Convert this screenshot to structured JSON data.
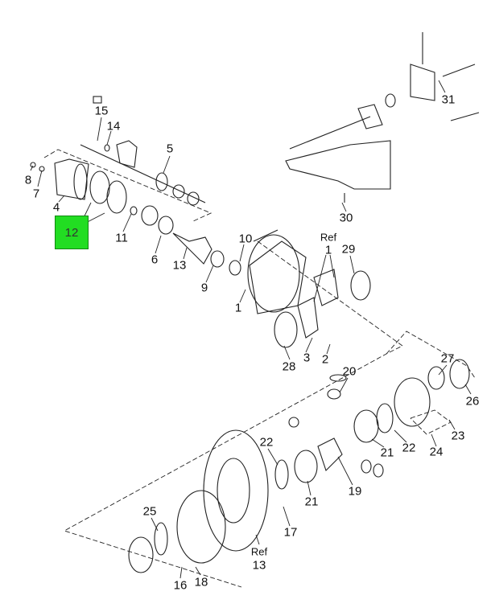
{
  "diagram": {
    "highlight_color": "#22dd22",
    "callouts": [
      "15",
      "14",
      "5",
      "8",
      "7",
      "4",
      "12",
      "11",
      "6",
      "13",
      "10",
      "9",
      "1",
      "Ref",
      "1",
      "29",
      "3",
      "2",
      "28",
      "31",
      "30",
      "20",
      "27",
      "26",
      "23",
      "24",
      "21",
      "22",
      "22",
      "21",
      "19",
      "17",
      "25",
      "16",
      "18",
      "Ref",
      "13"
    ]
  }
}
